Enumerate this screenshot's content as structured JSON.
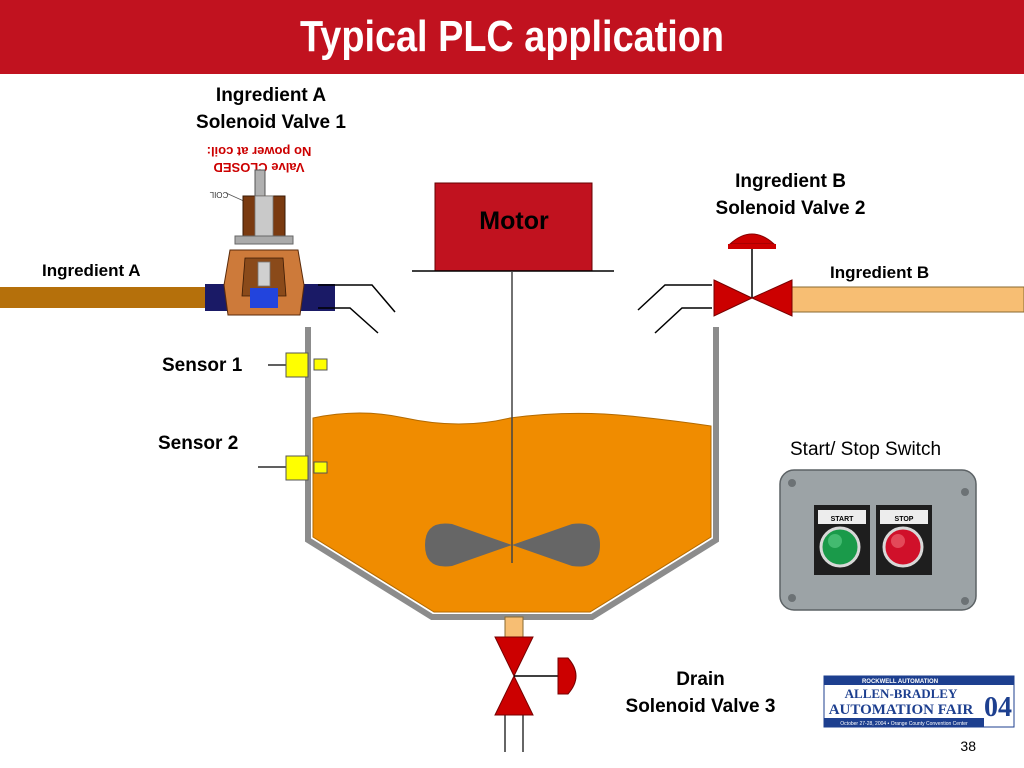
{
  "slide": {
    "title": "Typical PLC application",
    "page_number": "38"
  },
  "labels": {
    "valve1_line1": "Ingredient A",
    "valve1_line2": "Solenoid Valve 1",
    "valve1_note_line1": "No power at coil:",
    "valve1_note_line2": "Valve CLOSED",
    "coil_label": "COIL",
    "valve2_line1": "Ingredient B",
    "valve2_line2": "Solenoid Valve 2",
    "ingredient_a": "Ingredient A",
    "ingredient_b": "Ingredient B",
    "motor": "Motor",
    "sensor1": "Sensor 1",
    "sensor2": "Sensor 2",
    "start_stop": "Start/ Stop Switch",
    "start_button": "START",
    "stop_button": "STOP",
    "drain_line1": "Drain",
    "drain_line2": "Solenoid Valve 3"
  },
  "logo": {
    "line1": "ROCKWELL AUTOMATION",
    "line2": "ALLEN-BRADLEY",
    "line3": "AUTOMATION FAIR",
    "year": "04",
    "dates": "October 27-28, 2004 • Orange County Convention Center"
  },
  "colors": {
    "header_red": "#c1121f",
    "valve_red": "#cc0000",
    "liquid_orange": "#f08c00",
    "pipe_brown": "#b5700b",
    "pipe_tan": "#f7be73",
    "sensor_yellow": "#ffff00",
    "tank_gray": "#8c8c8c"
  }
}
